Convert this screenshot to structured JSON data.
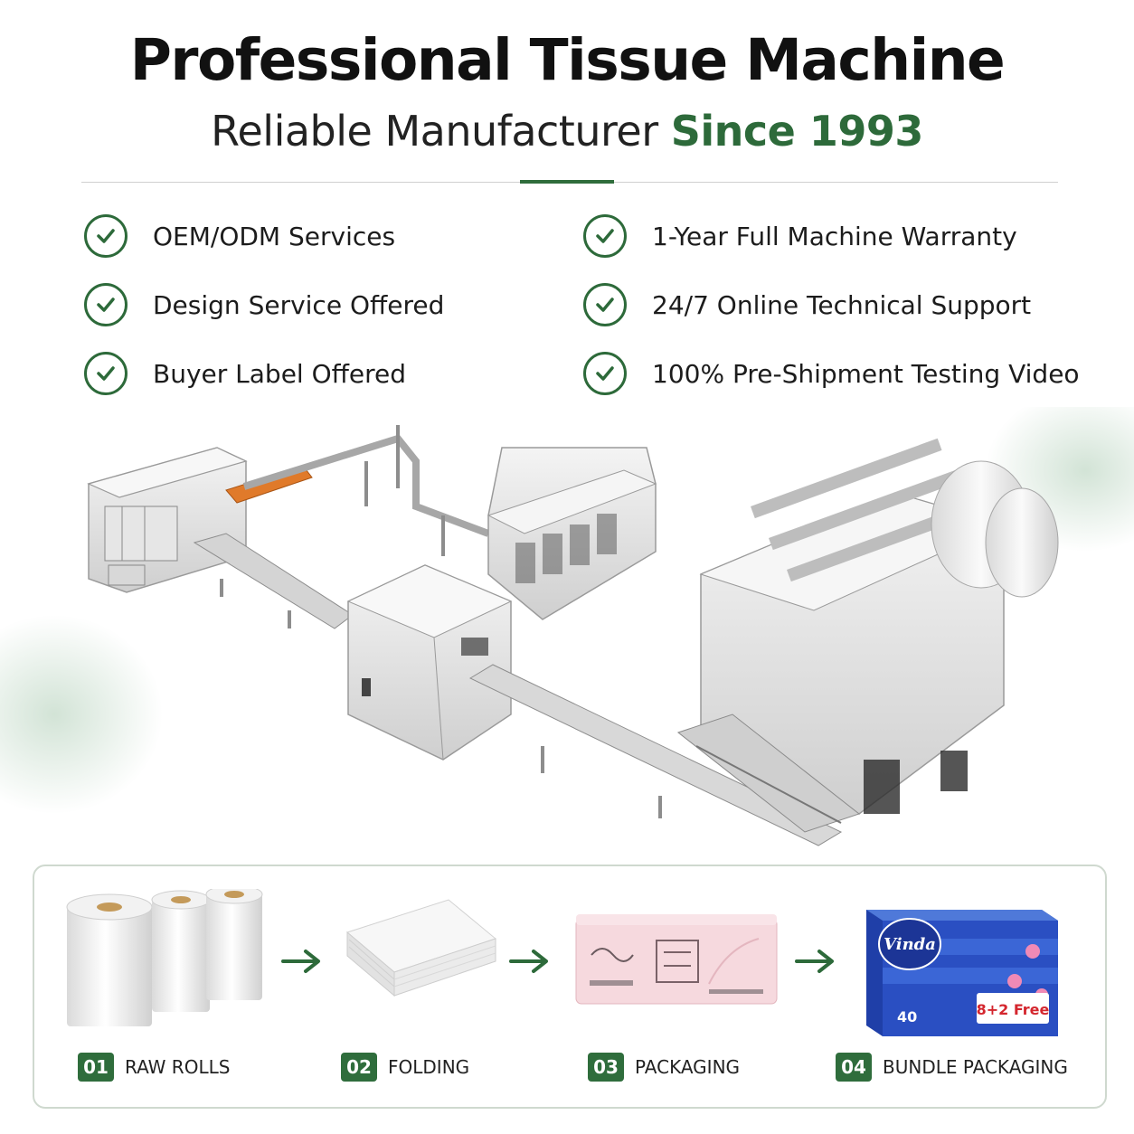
{
  "header": {
    "title": "Professional Tissue Machine",
    "subtitle_main": "Reliable Manufacturer",
    "subtitle_accent": "Since 1993"
  },
  "colors": {
    "accent_green": "#2d6a3a",
    "check_icon": "check-icon"
  },
  "features": {
    "left": [
      "OEM/ODM Services",
      "Design Service Offered",
      "Buyer Label Offered"
    ],
    "right": [
      "1-Year Full Machine Warranty",
      "24/7 Online Technical Support",
      "100% Pre-Shipment Testing Video"
    ]
  },
  "process": {
    "steps": [
      {
        "num": "01",
        "label": "RAW ROLLS"
      },
      {
        "num": "02",
        "label": "FOLDING"
      },
      {
        "num": "03",
        "label": "PACKAGING"
      },
      {
        "num": "04",
        "label": "BUNDLE PACKAGING"
      }
    ],
    "product_brand": "Vinda",
    "product_badge": "8+2 Free",
    "product_note": "40"
  }
}
